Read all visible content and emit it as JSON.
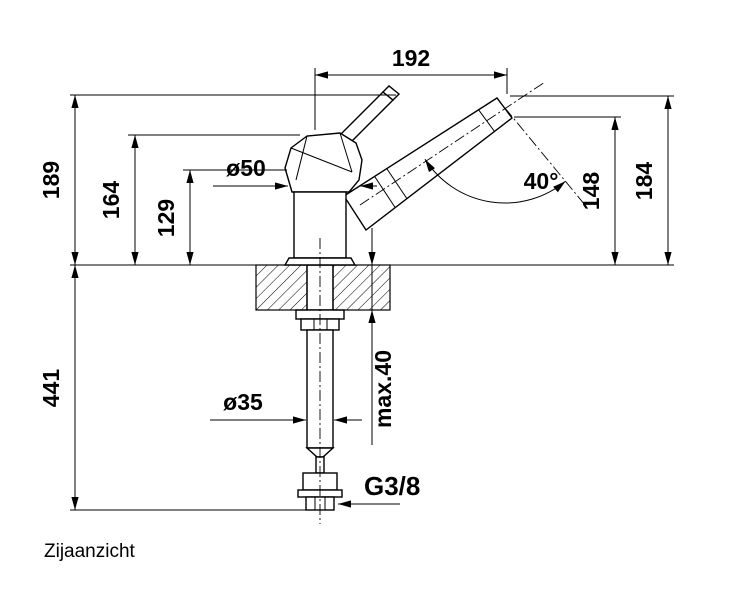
{
  "drawing": {
    "caption": "Zijaanzicht",
    "dimensions": {
      "width_top": "192",
      "height_total": "189",
      "height_body": "164",
      "height_spout_base": "129",
      "height_below_counter": "441",
      "height_tip": "184",
      "height_outlet": "148",
      "counter_thickness": "max.40",
      "body_diameter": "ø50",
      "hole_diameter": "ø35",
      "swivel_angle": "40°",
      "thread_size": "G3/8"
    },
    "colors": {
      "line": "#000000",
      "background": "#ffffff"
    }
  }
}
